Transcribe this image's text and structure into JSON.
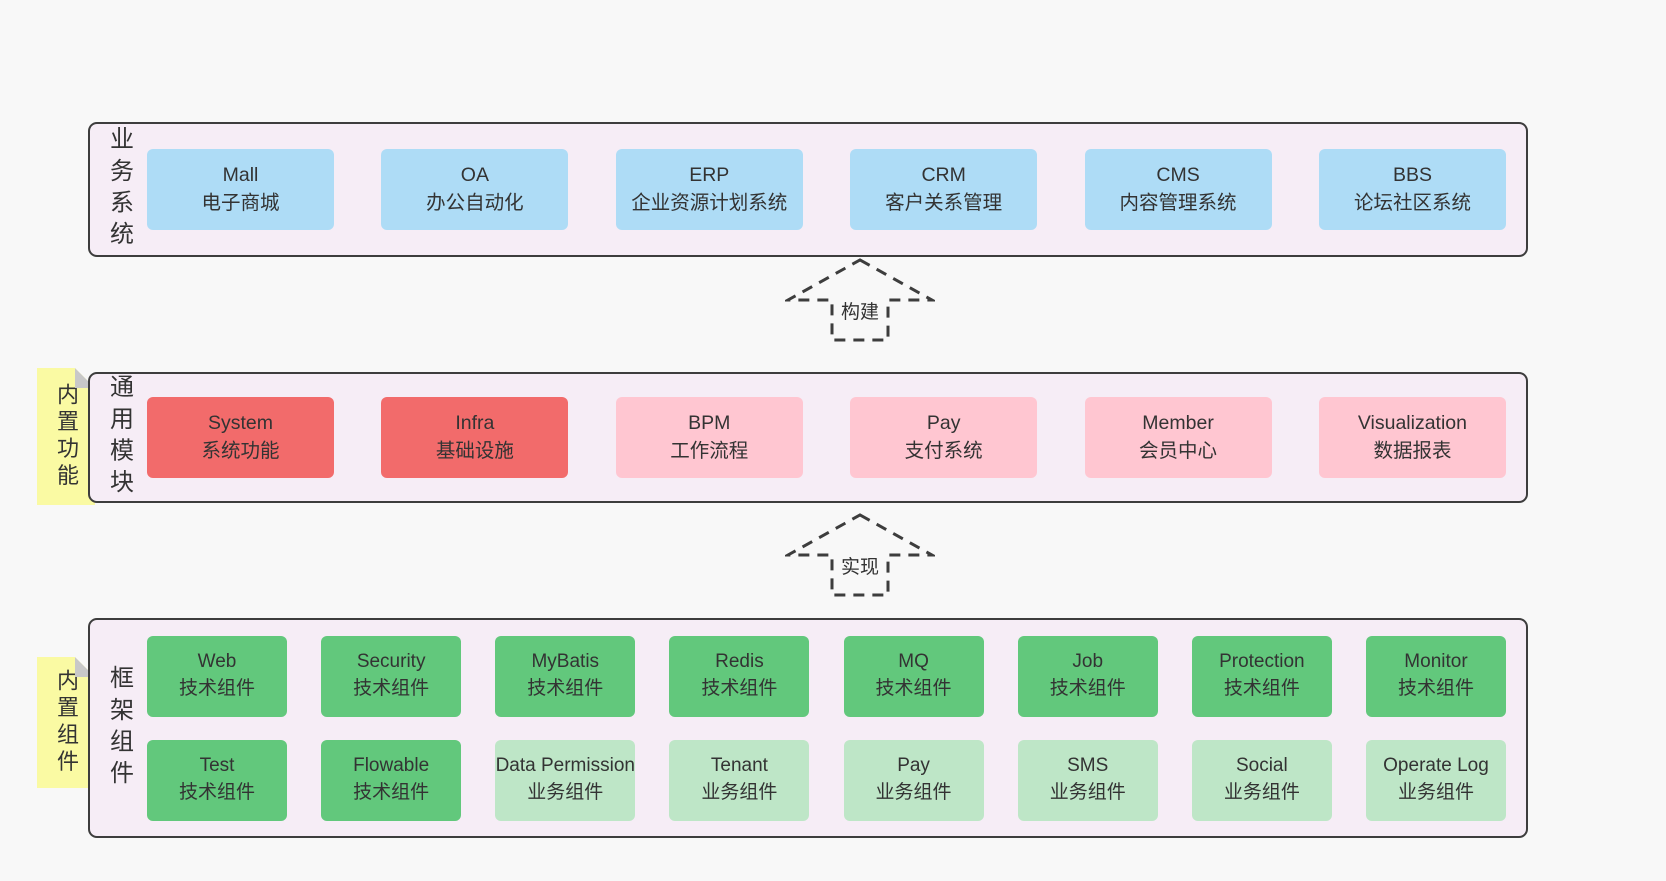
{
  "colors": {
    "pageBg": "#f8f8f8",
    "panelBg": "#f6edf6",
    "border": "#3d3d3d",
    "text": "#333333",
    "blue": "#aedcf6",
    "red": "#f26b6b",
    "pink": "#ffc6d1",
    "green": "#62c87c",
    "lightGreen": "#bee6c7",
    "yellow": "#fafaa3",
    "fold": "#c8c8c8"
  },
  "arrows": [
    {
      "label": "构建"
    },
    {
      "label": "实现"
    }
  ],
  "panels": [
    {
      "label": "业务系统",
      "rows": [
        [
          {
            "title": "Mall",
            "subtitle": "电子商城",
            "variant": "blue"
          },
          {
            "title": "OA",
            "subtitle": "办公自动化",
            "variant": "blue"
          },
          {
            "title": "ERP",
            "subtitle": "企业资源计划系统",
            "variant": "blue"
          },
          {
            "title": "CRM",
            "subtitle": "客户关系管理",
            "variant": "blue"
          },
          {
            "title": "CMS",
            "subtitle": "内容管理系统",
            "variant": "blue"
          },
          {
            "title": "BBS",
            "subtitle": "论坛社区系统",
            "variant": "blue"
          }
        ]
      ]
    },
    {
      "label": "通用模块",
      "note": "内置功能",
      "rows": [
        [
          {
            "title": "System",
            "subtitle": "系统功能",
            "variant": "red"
          },
          {
            "title": "Infra",
            "subtitle": "基础设施",
            "variant": "red"
          },
          {
            "title": "BPM",
            "subtitle": "工作流程",
            "variant": "pink"
          },
          {
            "title": "Pay",
            "subtitle": "支付系统",
            "variant": "pink"
          },
          {
            "title": "Member",
            "subtitle": "会员中心",
            "variant": "pink"
          },
          {
            "title": "Visualization",
            "subtitle": "数据报表",
            "variant": "pink"
          }
        ]
      ]
    },
    {
      "label": "框架组件",
      "note": "内置组件",
      "rows": [
        [
          {
            "title": "Web",
            "subtitle": "技术组件",
            "variant": "green"
          },
          {
            "title": "Security",
            "subtitle": "技术组件",
            "variant": "green"
          },
          {
            "title": "MyBatis",
            "subtitle": "技术组件",
            "variant": "green"
          },
          {
            "title": "Redis",
            "subtitle": "技术组件",
            "variant": "green"
          },
          {
            "title": "MQ",
            "subtitle": "技术组件",
            "variant": "green"
          },
          {
            "title": "Job",
            "subtitle": "技术组件",
            "variant": "green"
          },
          {
            "title": "Protection",
            "subtitle": "技术组件",
            "variant": "green"
          },
          {
            "title": "Monitor",
            "subtitle": "技术组件",
            "variant": "green"
          }
        ],
        [
          {
            "title": "Test",
            "subtitle": "技术组件",
            "variant": "green"
          },
          {
            "title": "Flowable",
            "subtitle": "技术组件",
            "variant": "green"
          },
          {
            "title": "Data Permission",
            "subtitle": "业务组件",
            "variant": "lightgreen"
          },
          {
            "title": "Tenant",
            "subtitle": "业务组件",
            "variant": "lightgreen"
          },
          {
            "title": "Pay",
            "subtitle": "业务组件",
            "variant": "lightgreen"
          },
          {
            "title": "SMS",
            "subtitle": "业务组件",
            "variant": "lightgreen"
          },
          {
            "title": "Social",
            "subtitle": "业务组件",
            "variant": "lightgreen"
          },
          {
            "title": "Operate Log",
            "subtitle": "业务组件",
            "variant": "lightgreen"
          }
        ]
      ]
    }
  ]
}
